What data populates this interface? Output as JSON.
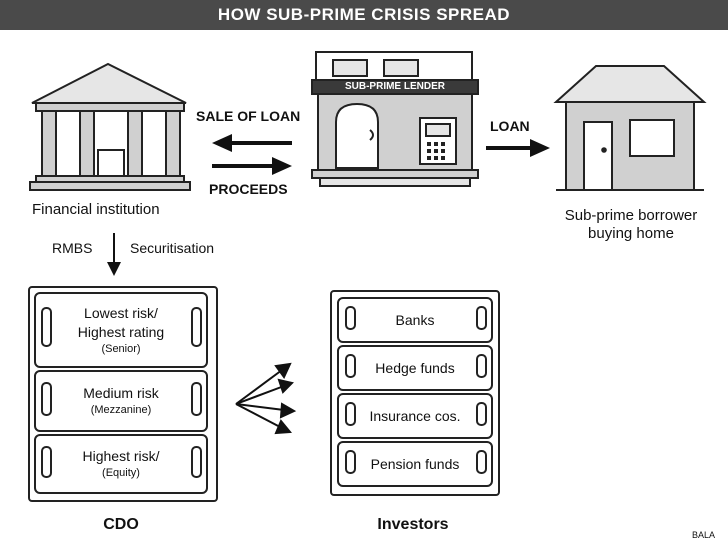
{
  "title": "HOW SUB-PRIME CRISIS SPREAD",
  "financial_institution": {
    "label": "Financial institution"
  },
  "lender": {
    "sign": "SUB-PRIME LENDER"
  },
  "flows": {
    "sale_of_loan": "SALE OF LOAN",
    "proceeds": "PROCEEDS",
    "loan": "LOAN",
    "rmbs": "RMBS",
    "securitisation": "Securitisation"
  },
  "borrower": {
    "line1": "Sub-prime borrower",
    "line2": "buying home"
  },
  "cdo": {
    "label": "CDO",
    "tranches": [
      {
        "line1": "Lowest risk/",
        "line2": "Highest rating",
        "sub": "(Senior)"
      },
      {
        "line1": "Medium risk",
        "line2": "",
        "sub": "(Mezzanine)"
      },
      {
        "line1": "Highest risk/",
        "line2": "",
        "sub": "(Equity)"
      }
    ]
  },
  "investors": {
    "label": "Investors",
    "items": [
      "Banks",
      "Hedge funds",
      "Insurance cos.",
      "Pension funds"
    ]
  },
  "credit": "BALA",
  "colors": {
    "banner": "#4a4a4a",
    "ink": "#111111",
    "building_fill": "#d0d0d0",
    "sign_fill": "#3a3a3a"
  }
}
